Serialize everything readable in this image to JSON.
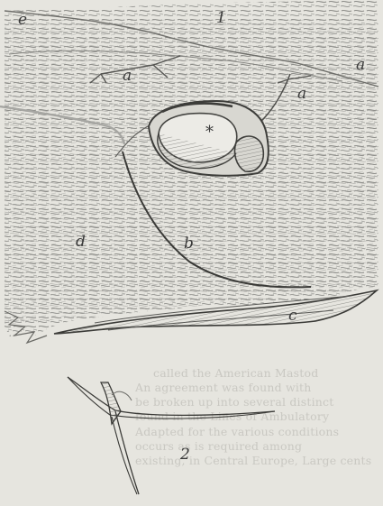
{
  "figures": {
    "fig1": {
      "number": "1",
      "labels": {
        "e": "e",
        "a1": "a",
        "a2": "a",
        "a3": "a",
        "asterisk": "*",
        "d": "d",
        "b": "b",
        "c": "c"
      }
    },
    "fig2": {
      "number": "2"
    }
  },
  "bleed_through_text": [
    "called the American Mastod",
    "An agreement was found with",
    "be broken up into several distinct",
    "found in the Lines of Ambulatory",
    "Adapted for the various conditions",
    "occurs as is required among",
    "existing, in Central Europe, Large cents"
  ],
  "colors": {
    "paper": "#e6e5df",
    "ink": "#3a3a3a",
    "hatch": "#8a8a86",
    "bleed": "#c9c8c2"
  }
}
